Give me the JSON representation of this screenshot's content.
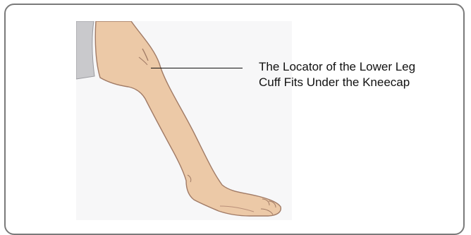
{
  "diagram": {
    "callout": {
      "line1": "The Locator of the Lower Leg",
      "line2": "Cuff Fits Under the Kneecap"
    },
    "icons": {
      "illustration": "lower-leg-illustration"
    },
    "colors": {
      "background_panel": "#f7f7f8",
      "skin_fill": "#ecc9a7",
      "skin_outline": "#a17b66",
      "garment": "#c9c9cc",
      "frame_border": "#7a7a7a",
      "text": "#111111"
    }
  }
}
